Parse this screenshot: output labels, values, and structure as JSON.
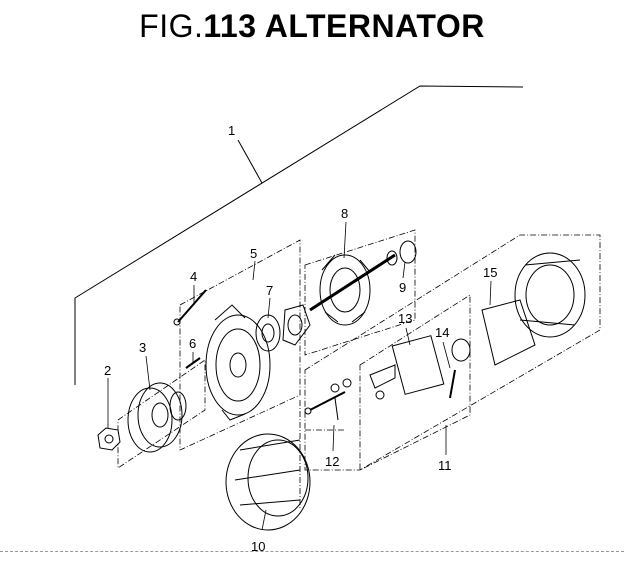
{
  "figure": {
    "prefix": "FIG.",
    "number_title": "113 ALTERNATOR"
  },
  "callouts": [
    "1",
    "2",
    "3",
    "4",
    "5",
    "6",
    "7",
    "8",
    "9",
    "10",
    "11",
    "12",
    "13",
    "14",
    "15"
  ]
}
